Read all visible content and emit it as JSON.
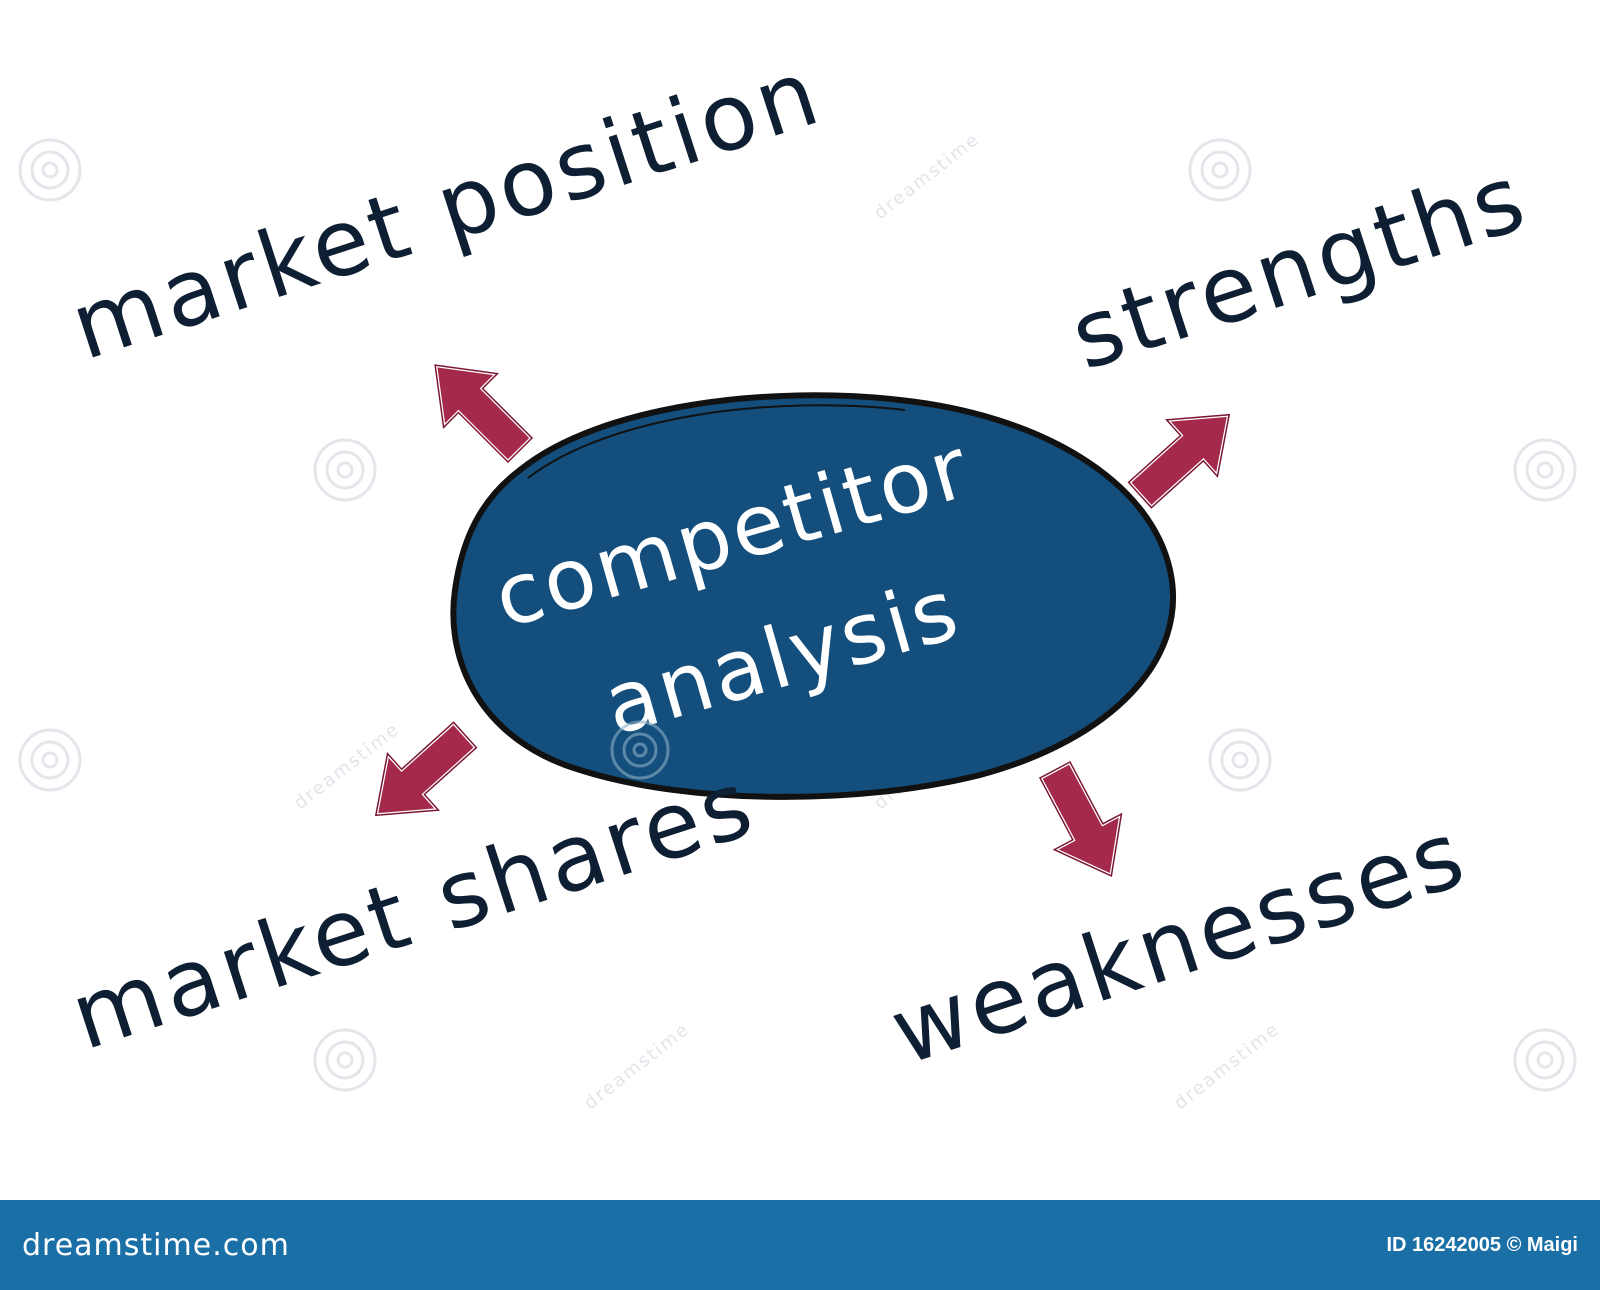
{
  "diagram": {
    "center": {
      "line1": "competitor",
      "line2": "analysis",
      "fill_color": "#134e7c",
      "outline_color": "#111111"
    },
    "nodes": [
      {
        "id": "market-position",
        "label": "market position"
      },
      {
        "id": "strengths",
        "label": "strengths"
      },
      {
        "id": "market-shares",
        "label": "market shares"
      },
      {
        "id": "weaknesses",
        "label": "weaknesses"
      }
    ],
    "arrow_color": "#a5294a",
    "text_color": "#0f1f33"
  },
  "watermark": {
    "text": "dreamstime"
  },
  "footer": {
    "brand": "dreamstime.com",
    "credit": "ID 16242005 © Maigi",
    "background_color": "#1a6fa6"
  }
}
